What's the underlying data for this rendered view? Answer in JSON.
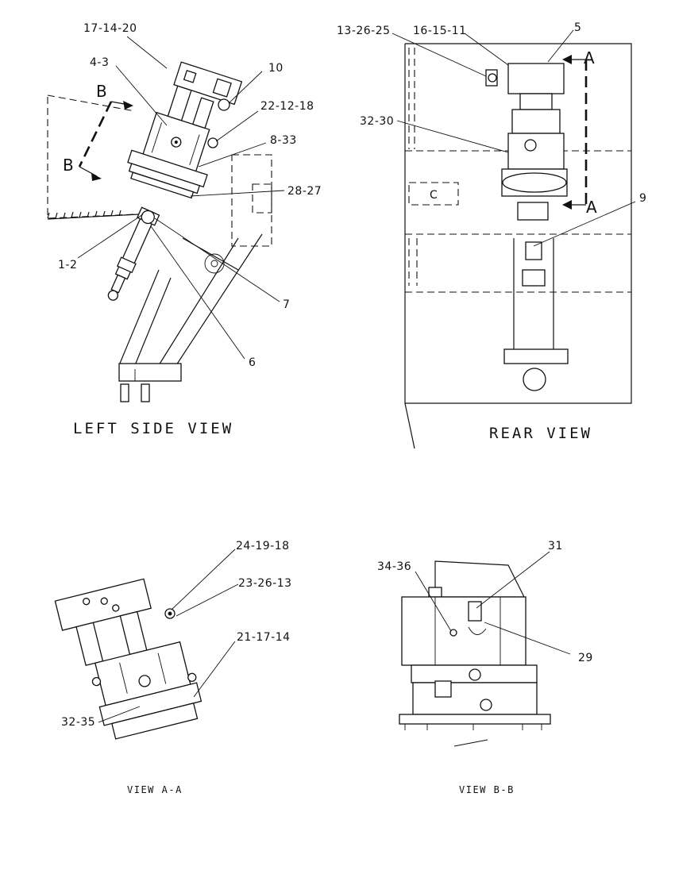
{
  "views": {
    "left_side": {
      "title": "LEFT SIDE VIEW",
      "section_marker": "B",
      "callouts": [
        "17-14-20",
        "4-3",
        "10",
        "22-12-18",
        "8-33",
        "28-27",
        "1-2",
        "7",
        "6"
      ]
    },
    "rear": {
      "title": "REAR VIEW",
      "section_marker": "A",
      "callouts": [
        "13-26-25",
        "16-15-11",
        "5",
        "32-30",
        "9"
      ]
    },
    "view_aa": {
      "title": "VIEW A-A",
      "callouts": [
        "24-19-18",
        "23-26-13",
        "21-17-14",
        "32-35"
      ]
    },
    "view_bb": {
      "title": "VIEW B-B",
      "callouts": [
        "34-36",
        "31",
        "29"
      ]
    }
  },
  "rear_box_label": "C"
}
